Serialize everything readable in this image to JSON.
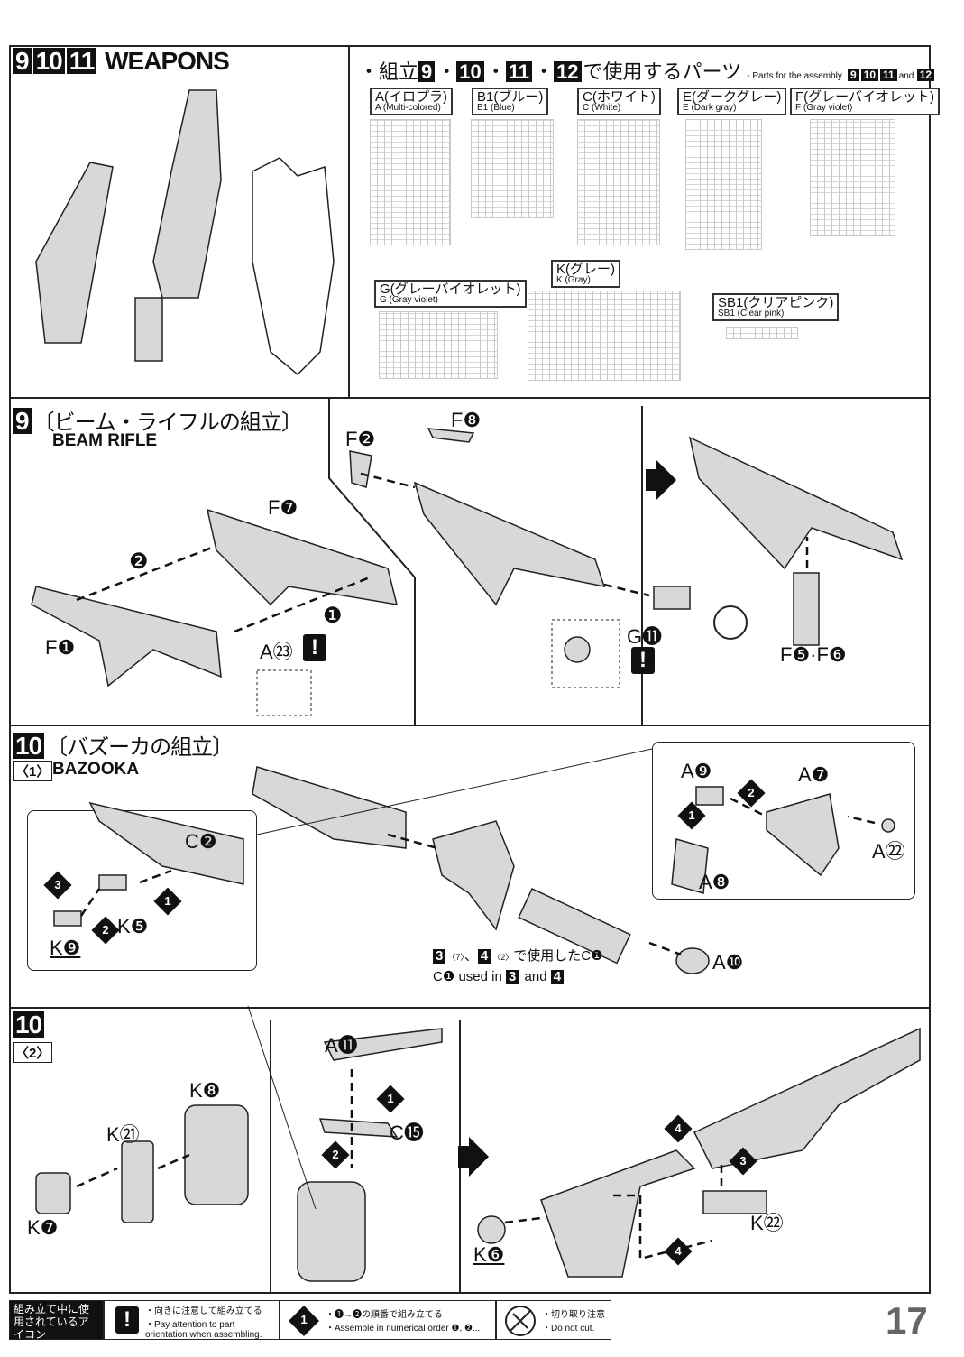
{
  "header": {
    "nums": [
      "9",
      "10",
      "11"
    ],
    "title": "WEAPONS"
  },
  "parts_header": {
    "jp_prefix": "・組立",
    "jp_suffix": "で使用するパーツ",
    "en": "- Parts for the assembly",
    "nums": [
      "9",
      "10",
      "11",
      "12"
    ],
    "and": "and"
  },
  "runners": [
    {
      "jp": "A(イロプラ)",
      "en": "A (Multi-colored)"
    },
    {
      "jp": "B1(ブルー)",
      "en": "B1 (Blue)"
    },
    {
      "jp": "C(ホワイト)",
      "en": "C (White)"
    },
    {
      "jp": "E(ダークグレー)",
      "en": "E (Dark gray)"
    },
    {
      "jp": "F(グレーバイオレット)",
      "en": "F (Gray violet)"
    },
    {
      "jp": "G(グレーバイオレット)",
      "en": "G (Gray violet)"
    },
    {
      "jp": "K(グレー)",
      "en": "K (Gray)"
    },
    {
      "jp": "SB1(クリアピンク)",
      "en": "SB1 (Clear pink)"
    }
  ],
  "step9": {
    "num": "9",
    "jp": "〔ビーム・ライフルの組立〕",
    "en": "BEAM RIFLE",
    "labels": [
      "F❷",
      "F❽",
      "F❼",
      "F❶",
      "A㉓",
      "G⓫",
      "F❺·F❻"
    ],
    "steps": [
      "❶",
      "❷"
    ]
  },
  "step10a": {
    "num": "10",
    "sub": "〈1〉",
    "jp": "〔バズーカの組立〕",
    "en": "BAZOOKA",
    "labels": [
      "A❾",
      "A❼",
      "A㉒",
      "A❽",
      "C❷",
      "K❺",
      "K❾",
      "A❿"
    ],
    "steps": [
      "1",
      "2",
      "3"
    ],
    "note_jp": "で使用したC❶",
    "note_en_pre": "C❶ used in",
    "note_en_and": "and",
    "note_refs": [
      "3",
      "4"
    ],
    "note_subs": [
      "〈7〉",
      "〈2〉"
    ]
  },
  "step10b": {
    "num": "10",
    "sub": "〈2〉",
    "labels": [
      "A⓫",
      "C⓯",
      "K❽",
      "K㉑",
      "K❼",
      "K❻",
      "K㉒"
    ],
    "steps": [
      "1",
      "2",
      "3",
      "4"
    ]
  },
  "footer": {
    "title_jp": "組み立て中に使用されているアイコン",
    "title_en": "Symbols used in instructions",
    "icon1_jp": "・向きに注意して組み立てる",
    "icon1_en": "・Pay attention to part orientation when assembling.",
    "icon2_jp": "・❶→❷の順番で組み立てる",
    "icon2_en": "・Assemble in numerical order ❶, ❷...",
    "icon3_jp": "・切り取り注意",
    "icon3_en": "・Do not cut."
  },
  "page_number": "17"
}
